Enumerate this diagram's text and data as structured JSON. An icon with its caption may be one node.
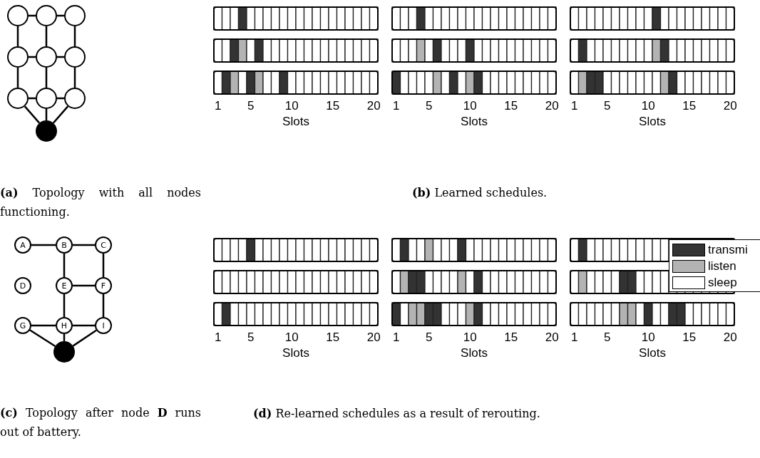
{
  "diagram": {
    "nodes": [
      {
        "text": [],
        "shape": "circle"
      },
      {
        "text": [],
        "shape": "circle"
      },
      {
        "text": [],
        "shape": "circle"
      },
      {
        "text": [],
        "shape": "circle"
      },
      {
        "text": [],
        "shape": "circle"
      },
      {
        "text": [],
        "shape": "circle"
      },
      {
        "text": [],
        "shape": "circle"
      },
      {
        "text": [],
        "shape": "circle"
      },
      {
        "text": [],
        "shape": "circle"
      },
      {
        "text": [],
        "shape": "circle"
      },
      {
        "text": [
          "A"
        ]
      },
      {
        "text": [
          "B"
        ]
      },
      {
        "text": [
          "C"
        ]
      },
      {
        "text": [
          "D"
        ]
      },
      {
        "text": [
          "E"
        ]
      },
      {
        "text": [
          "F"
        ]
      },
      {
        "text": [
          "G"
        ]
      },
      {
        "text": [
          "H"
        ]
      },
      {
        "text": [
          "I"
        ]
      },
      {
        "text": [],
        "shape": "circle"
      }
    ],
    "edges": [
      {
        "from": 0,
        "to": 1,
        "arrow": "none"
      },
      {
        "from": 1,
        "to": 2,
        "arrow": "none"
      },
      {
        "from": 3,
        "to": 4,
        "arrow": "none"
      },
      {
        "from": 4,
        "to": 5,
        "arrow": "none"
      },
      {
        "from": 6,
        "to": 7,
        "arrow": "none"
      },
      {
        "from": 7,
        "to": 8,
        "arrow": "none"
      },
      {
        "from": 0,
        "to": 3,
        "arrow": "none"
      },
      {
        "from": 3,
        "to": 6,
        "arrow": "none"
      },
      {
        "from": 1,
        "to": 4,
        "arrow": "none"
      },
      {
        "from": 4,
        "to": 7,
        "arrow": "none"
      },
      {
        "from": 2,
        "to": 5,
        "arrow": "none"
      },
      {
        "from": 5,
        "to": 8,
        "arrow": "none"
      },
      {
        "from": 6,
        "to": 9,
        "arrow": "none"
      },
      {
        "from": 7,
        "to": 9,
        "arrow": "none"
      },
      {
        "from": 8,
        "to": 9,
        "arrow": "none"
      },
      {
        "from": 10,
        "to": 11,
        "arrow": "none"
      },
      {
        "from": 11,
        "to": 12,
        "arrow": "none"
      },
      {
        "from": 11,
        "to": 14,
        "arrow": "none"
      },
      {
        "from": 12,
        "to": 15,
        "arrow": "none"
      },
      {
        "from": 14,
        "to": 15,
        "arrow": "none"
      },
      {
        "from": 14,
        "to": 17,
        "arrow": "none"
      },
      {
        "from": 15,
        "to": 18,
        "arrow": "none"
      },
      {
        "from": 16,
        "to": 17,
        "arrow": "none"
      },
      {
        "from": 17,
        "to": 18,
        "arrow": "none"
      },
      {
        "from": 16,
        "to": 19,
        "arrow": "none"
      },
      {
        "from": 17,
        "to": 19,
        "arrow": "none"
      },
      {
        "from": 18,
        "to": 19,
        "arrow": "none"
      }
    ],
    "labels": [
      "1",
      "5",
      "10",
      "15",
      "20",
      "Slots",
      "1",
      "5",
      "10",
      "15",
      "20",
      "Slots",
      "1",
      "5",
      "10",
      "15",
      "20",
      "Slots",
      "**(a)** Topology with all nodes functioning.",
      "**(b)** Learned schedules.",
      "1",
      "5",
      "10",
      "15",
      "20",
      "Slots",
      "1",
      "5",
      "10",
      "15",
      "20",
      "Slots",
      "1",
      "5",
      "10",
      "15",
      "20",
      "Slots",
      "**(c)** Topology after node **D** runs out of battery.",
      "**(d)** Re-learned schedules as a result of rerouting."
    ],
    "legend": [
      {
        "text": "transmi",
        "color": "#333333"
      },
      {
        "text": "listen",
        "color": "#b3b3b3"
      },
      {
        "text": "sleep",
        "color": "#ffffff"
      }
    ]
  }
}
